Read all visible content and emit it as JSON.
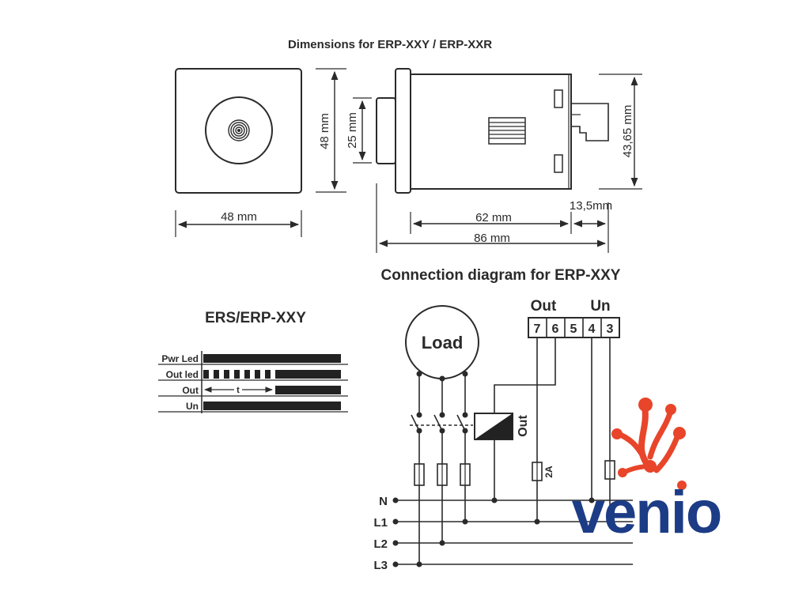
{
  "dimensions": {
    "title": "Dimensions for ERP-XXY / ERP-XXR",
    "front_width": "48 mm",
    "front_height": "48 mm",
    "knob_height": "25 mm",
    "body_length": "62 mm",
    "total_length": "86 mm",
    "rear_connector": "13,5mm",
    "body_height": "43,65 mm"
  },
  "timing": {
    "title": "ERS/ERP-XXY",
    "rows": [
      "Pwr Led",
      "Out led",
      "Out",
      "Un"
    ],
    "interval_label": "t"
  },
  "connection": {
    "title": "Connection diagram for ERP-XXY",
    "load_label": "Load",
    "out_group_label": "Out",
    "un_group_label": "Un",
    "terminals": [
      "7",
      "6",
      "5",
      "4",
      "3"
    ],
    "relay_label": "Out",
    "fuse_label": "2A",
    "lines": [
      "N",
      "L1",
      "L2",
      "L3"
    ]
  },
  "brand": {
    "logo_text": "venio",
    "logo_blue": "#1c3c86",
    "logo_orange": "#e8452a"
  }
}
